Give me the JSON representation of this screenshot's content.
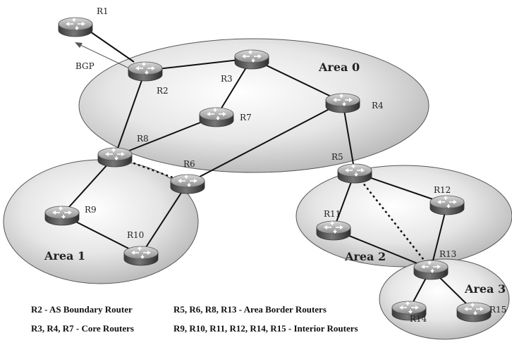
{
  "areas": {
    "area0": "Area 0",
    "area1": "Area 1",
    "area2": "Area 2",
    "area3": "Area 3"
  },
  "routers": {
    "r1": "R1",
    "r2": "R2",
    "r3": "R3",
    "r4": "R4",
    "r5": "R5",
    "r6": "R6",
    "r7": "R7",
    "r8": "R8",
    "r9": "R9",
    "r10": "R10",
    "r11": "R11",
    "r12": "R12",
    "r13": "R13",
    "r14": "R14",
    "r15": "R15"
  },
  "link_label": "BGP",
  "legend": {
    "asbr": "R2 - AS Boundary Router",
    "core": "R3,  R4, R7 - Core Routers",
    "abr": "R5,  R6, R8, R13 - Area Border Routers",
    "interior": "R9, R10,  R11, R12, R14, R15 - Interior Routers"
  }
}
